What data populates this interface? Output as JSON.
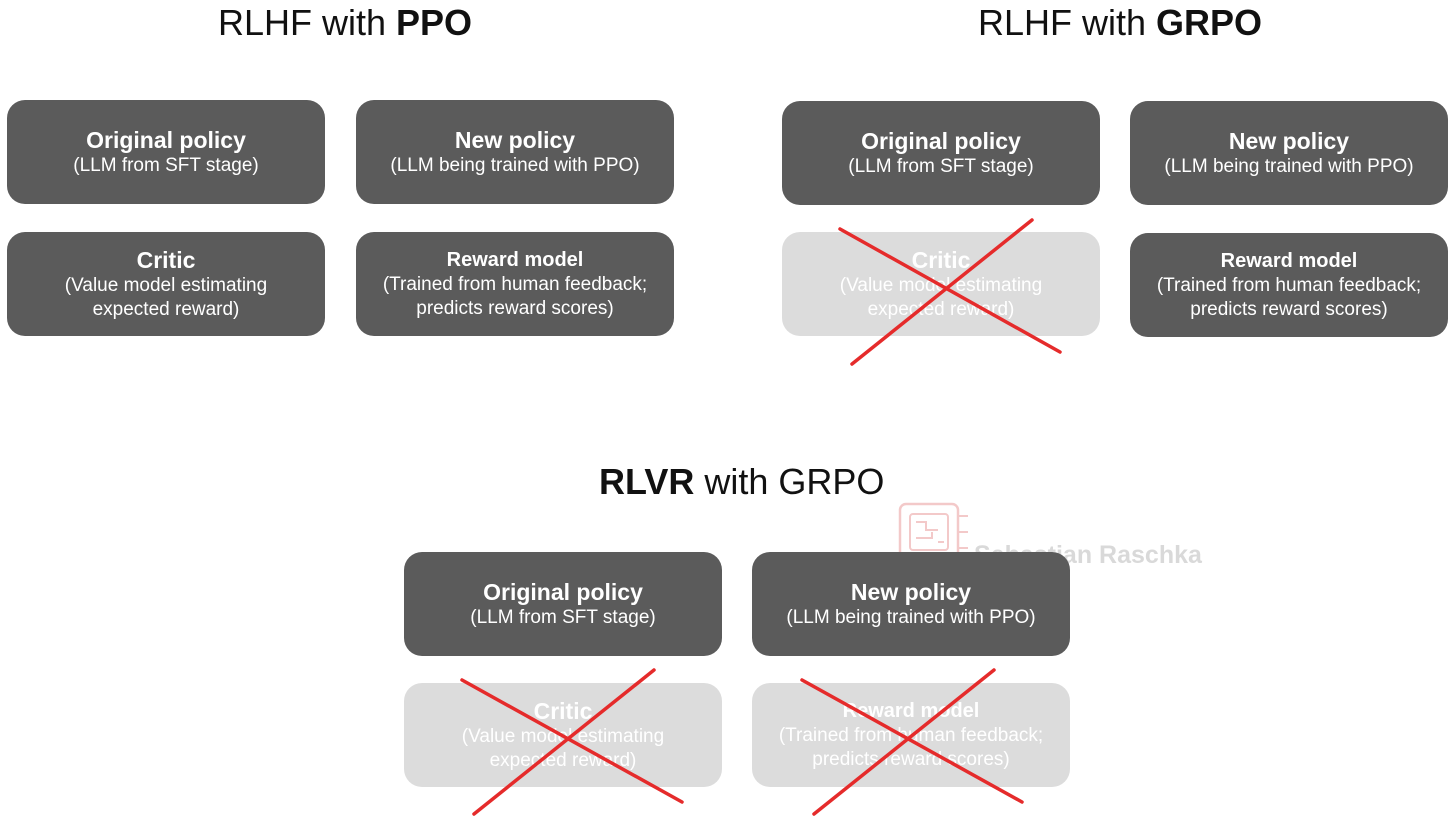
{
  "sections": {
    "ppo": {
      "title_pre": "RLHF with ",
      "title_bold": "PPO",
      "original": {
        "title": "Original policy",
        "subtitle": "(LLM from SFT stage)"
      },
      "new": {
        "title": "New policy",
        "subtitle": "(LLM being trained with PPO)"
      },
      "critic": {
        "title": "Critic",
        "subtitle": "(Value model estimating\nexpected reward)"
      },
      "reward": {
        "title": "Reward model",
        "subtitle": "(Trained from human feedback;\npredicts reward scores)"
      }
    },
    "grpo": {
      "title_pre": "RLHF with ",
      "title_bold": "GRPO",
      "original": {
        "title": "Original policy",
        "subtitle": "(LLM from SFT stage)"
      },
      "new": {
        "title": "New policy",
        "subtitle": "(LLM being trained with PPO)"
      },
      "critic": {
        "title": "Critic",
        "subtitle": "(Value model estimating\nexpected reward)",
        "removed": true
      },
      "reward": {
        "title": "Reward model",
        "subtitle": "(Trained from human feedback;\npredicts reward scores)"
      }
    },
    "rlvr": {
      "title_bold": "RLVR",
      "title_post": " with GRPO",
      "original": {
        "title": "Original policy",
        "subtitle": "(LLM from SFT stage)"
      },
      "new": {
        "title": "New policy",
        "subtitle": "(LLM being trained with PPO)"
      },
      "critic": {
        "title": "Critic",
        "subtitle": "(Value model estimating\nexpected reward)",
        "removed": true
      },
      "reward": {
        "title": "Reward model",
        "subtitle": "(Trained from human feedback;\npredicts reward scores)",
        "removed": true
      }
    }
  },
  "watermark": {
    "text": "Sebastian Raschka",
    "icon": "chip-icon"
  },
  "colors": {
    "active_box": "#5b5b5b",
    "removed_box": "#dcdcdc",
    "cross": "#e52b2b",
    "watermark": "#d9d9d9"
  }
}
